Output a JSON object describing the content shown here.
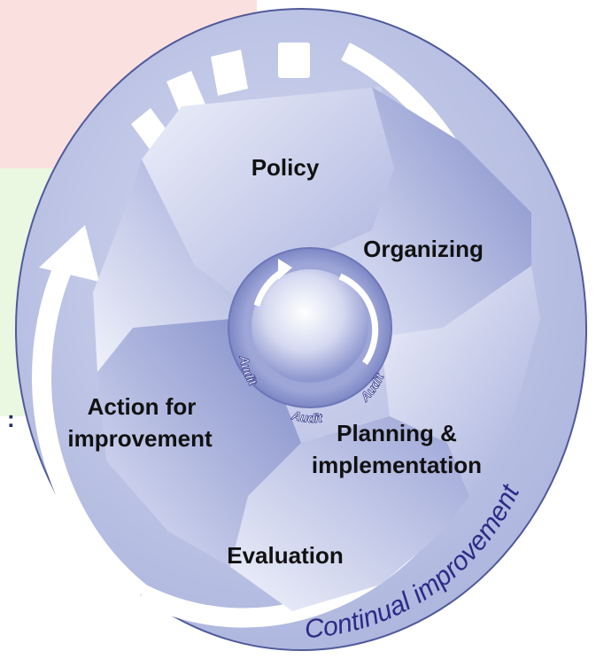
{
  "diagram": {
    "steps": [
      "Policy",
      "Organizing",
      "Planning &",
      "implementation",
      "Evaluation",
      "Action for",
      "improvement"
    ],
    "audit_labels": [
      "Audit",
      "Audit",
      "Audit"
    ],
    "outer_label": "Continual improvement"
  },
  "colors": {
    "outer_ring": "#b8c0e4",
    "blade_light": "#e6e9f7",
    "blade_dark": "#8d97cf",
    "accent_text": "#2d2a86",
    "background_tint_red": "#f7c6c6",
    "background_tint_green": "#d8f0c8"
  }
}
